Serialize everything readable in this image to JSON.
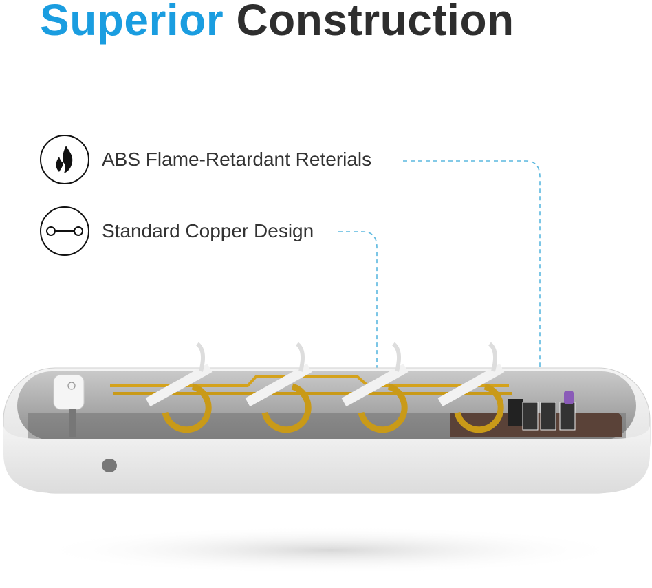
{
  "title": {
    "highlight": "Superior",
    "rest": "Construction"
  },
  "features": [
    {
      "icon": "flame-icon",
      "label": "ABS Flame-Retardant Reterials"
    },
    {
      "icon": "copper-connector-icon",
      "label": "Standard Copper Design"
    }
  ],
  "colors": {
    "accent": "#1a9de0",
    "text": "#333333",
    "copper": "#d4a21c",
    "leader": "#5bb8df"
  }
}
